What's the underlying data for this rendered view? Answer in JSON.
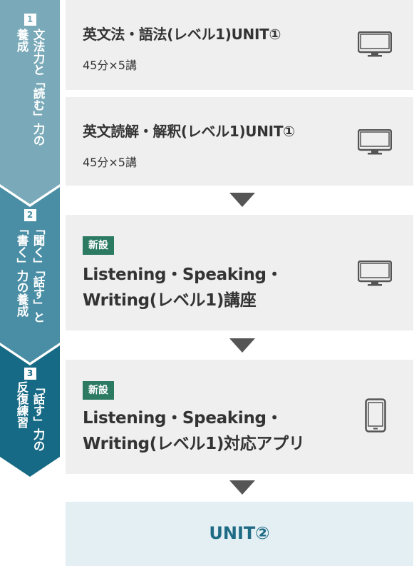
{
  "steps": [
    {
      "num": "1",
      "text": "文法力と「読む」力の\n養成",
      "color": "#7aaab9"
    },
    {
      "num": "2",
      "text": "「聞く」「話す」と\n「書く」力の養成",
      "color": "#4a8ea5"
    },
    {
      "num": "3",
      "text": "「話す」力の\n反復練習",
      "color": "#176a85"
    }
  ],
  "courses": [
    {
      "title": "英文法・語法(レベル1)UNIT①",
      "sub": "45分×5講",
      "icon": "monitor-icon"
    },
    {
      "title": "英文読解・解釈(レベル1)UNIT①",
      "sub": "45分×5講",
      "icon": "monitor-icon"
    },
    {
      "badge": "新設",
      "line1": "Listening・Speaking・",
      "line2": "Writing(レベル1)講座",
      "icon": "monitor-icon"
    },
    {
      "badge": "新設",
      "line1": "Listening・Speaking・",
      "line2": "Writing(レベル1)対応アプリ",
      "icon": "smartphone-icon"
    }
  ],
  "final": {
    "title": "UNIT②"
  },
  "colors": {
    "box_bg": "#efefef",
    "badge": "#2c7a62",
    "arrow": "#555555",
    "final_bg": "#e4eff3",
    "final_text": "#1f6b86"
  }
}
